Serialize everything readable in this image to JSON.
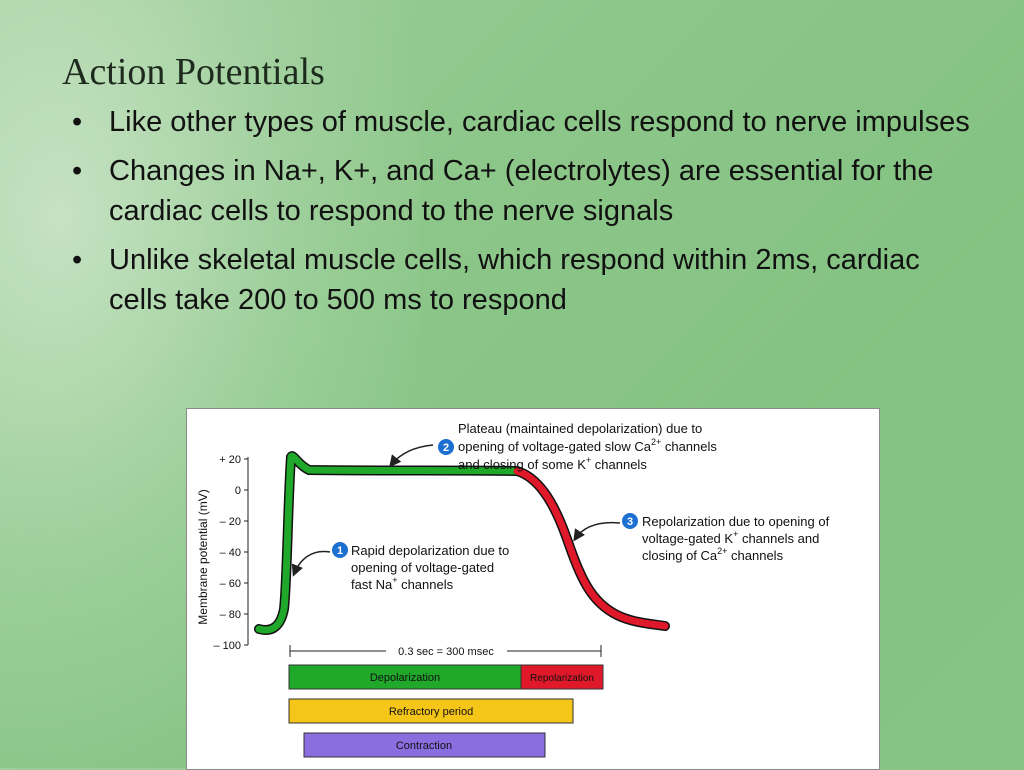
{
  "slide": {
    "title": "Action Potentials",
    "bullets": [
      "Like other types of muscle, cardiac cells respond to nerve impulses",
      "Changes in Na+, K+, and Ca+ (electrolytes) are essential for the cardiac cells to respond to the nerve signals",
      "Unlike skeletal muscle cells, which respond within 2ms, cardiac cells take 200 to 500 ms to respond"
    ],
    "bullet_glyph": "•"
  },
  "figure": {
    "y_axis_label": "Membrane potential (mV)",
    "y_ticks": [
      "+ 20",
      "0",
      "– 20",
      "– 40",
      "– 60",
      "– 80",
      "– 100"
    ],
    "annotations": {
      "one": {
        "number": "1",
        "lines": [
          "Rapid depolarization due to",
          "opening of voltage-gated",
          "fast Na",
          " channels"
        ],
        "superscript": "+"
      },
      "two": {
        "number": "2",
        "lines": [
          "Plateau (maintained depolarization) due to",
          "opening of voltage-gated slow Ca",
          " channels",
          "and closing of some K",
          " channels"
        ],
        "superscripts": [
          "2+",
          "+"
        ]
      },
      "three": {
        "number": "3",
        "lines": [
          "Repolarization due to opening of",
          "voltage-gated K",
          " channels and",
          "closing of Ca",
          " channels"
        ],
        "superscripts": [
          "+",
          "2+"
        ]
      }
    },
    "duration_label": "0.3 sec = 300 msec",
    "bars": {
      "depolarization": "Depolarization",
      "repolarization": "Repolarization",
      "refractory": "Refractory period",
      "contraction": "Contraction"
    },
    "colors": {
      "depolarization": "#1fa82a",
      "repolarization": "#e0192a",
      "refractory": "#f5c518",
      "contraction": "#8a6ee0",
      "marker": "#1d6fd1"
    }
  }
}
